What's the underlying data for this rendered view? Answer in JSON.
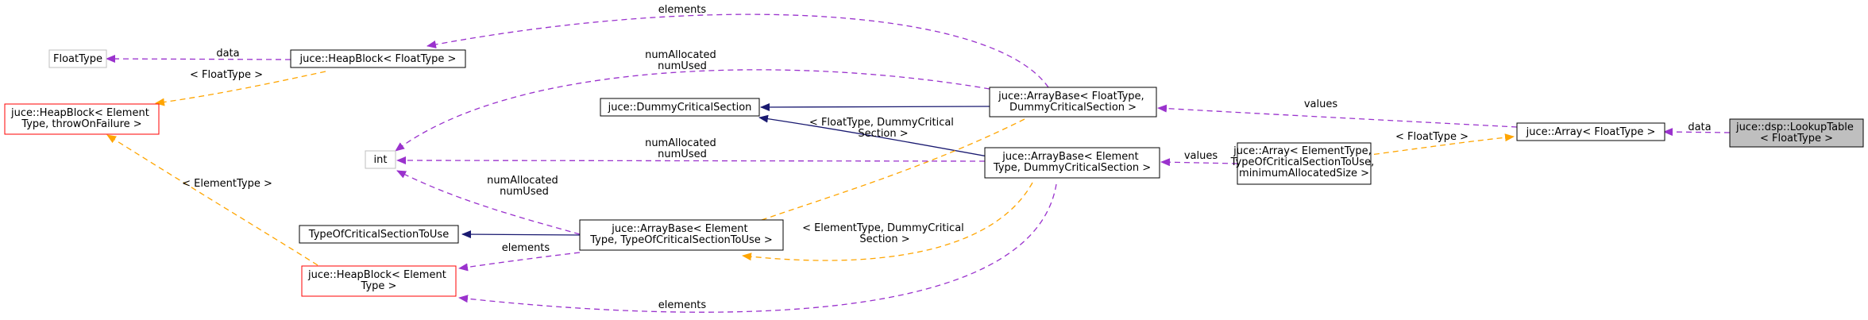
{
  "colors": {
    "node_border": "#000000",
    "node_border_gray": "#bfbfbf",
    "node_border_red": "#ff0000",
    "highlight_fill": "#bfbfbf",
    "edge_usage": "#9a32cd",
    "edge_template": "#ffa500",
    "edge_inherit": "#191970"
  },
  "nodes": {
    "lookup_table": {
      "lines": [
        "juce::dsp::LookupTable",
        "< FloatType >"
      ]
    },
    "array_floattype": {
      "lines": [
        "juce::Array< FloatType >"
      ]
    },
    "array_elementtype": {
      "lines": [
        "juce::Array< ElementType,",
        "TypeOfCriticalSectionToUse,",
        "minimumAllocatedSize >"
      ]
    },
    "arraybase_floattype": {
      "lines": [
        "juce::ArrayBase< FloatType,",
        "DummyCriticalSection >"
      ]
    },
    "arraybase_element_dummy": {
      "lines": [
        "juce::ArrayBase< Element",
        "Type, DummyCriticalSection >"
      ]
    },
    "arraybase_element_type": {
      "lines": [
        "juce::ArrayBase< Element",
        "Type, TypeOfCriticalSectionToUse >"
      ]
    },
    "dummy_critical_section": {
      "lines": [
        "juce::DummyCriticalSection"
      ]
    },
    "type_of_critical_section": {
      "lines": [
        "TypeOfCriticalSectionToUse"
      ]
    },
    "heapblock_floattype": {
      "lines": [
        "juce::HeapBlock< FloatType >"
      ]
    },
    "heapblock_element_throw": {
      "lines": [
        "juce::HeapBlock< Element",
        "Type, throwOnFailure >"
      ]
    },
    "heapblock_elementtype": {
      "lines": [
        "juce::HeapBlock< Element",
        "Type >"
      ]
    },
    "floattype": {
      "lines": [
        "FloatType"
      ]
    },
    "int": {
      "lines": [
        "int"
      ]
    }
  },
  "edges": {
    "data_lookup": {
      "lines": [
        "data"
      ]
    },
    "floattype_template": {
      "lines": [
        "< FloatType >"
      ]
    },
    "values_array": {
      "lines": [
        "values"
      ]
    },
    "values_element": {
      "lines": [
        "values"
      ]
    },
    "elements_top": {
      "lines": [
        "elements"
      ]
    },
    "data_heap": {
      "lines": [
        "data"
      ]
    },
    "heap_floattype": {
      "lines": [
        "< FloatType >"
      ]
    },
    "num_top": {
      "lines": [
        "numAllocated",
        "numUsed"
      ]
    },
    "num_mid": {
      "lines": [
        "numAllocated",
        "numUsed"
      ]
    },
    "num_low": {
      "lines": [
        "numAllocated",
        "numUsed"
      ]
    },
    "floattype_dummy": {
      "lines": [
        "< FloatType, DummyCritical",
        "Section >"
      ]
    },
    "elementtype_dummy": {
      "lines": [
        "< ElementType, DummyCritical",
        "Section >"
      ]
    },
    "elementtype_heap": {
      "lines": [
        "< ElementType >"
      ]
    },
    "elements_mid": {
      "lines": [
        "elements"
      ]
    },
    "elements_bottom": {
      "lines": [
        "elements"
      ]
    }
  }
}
